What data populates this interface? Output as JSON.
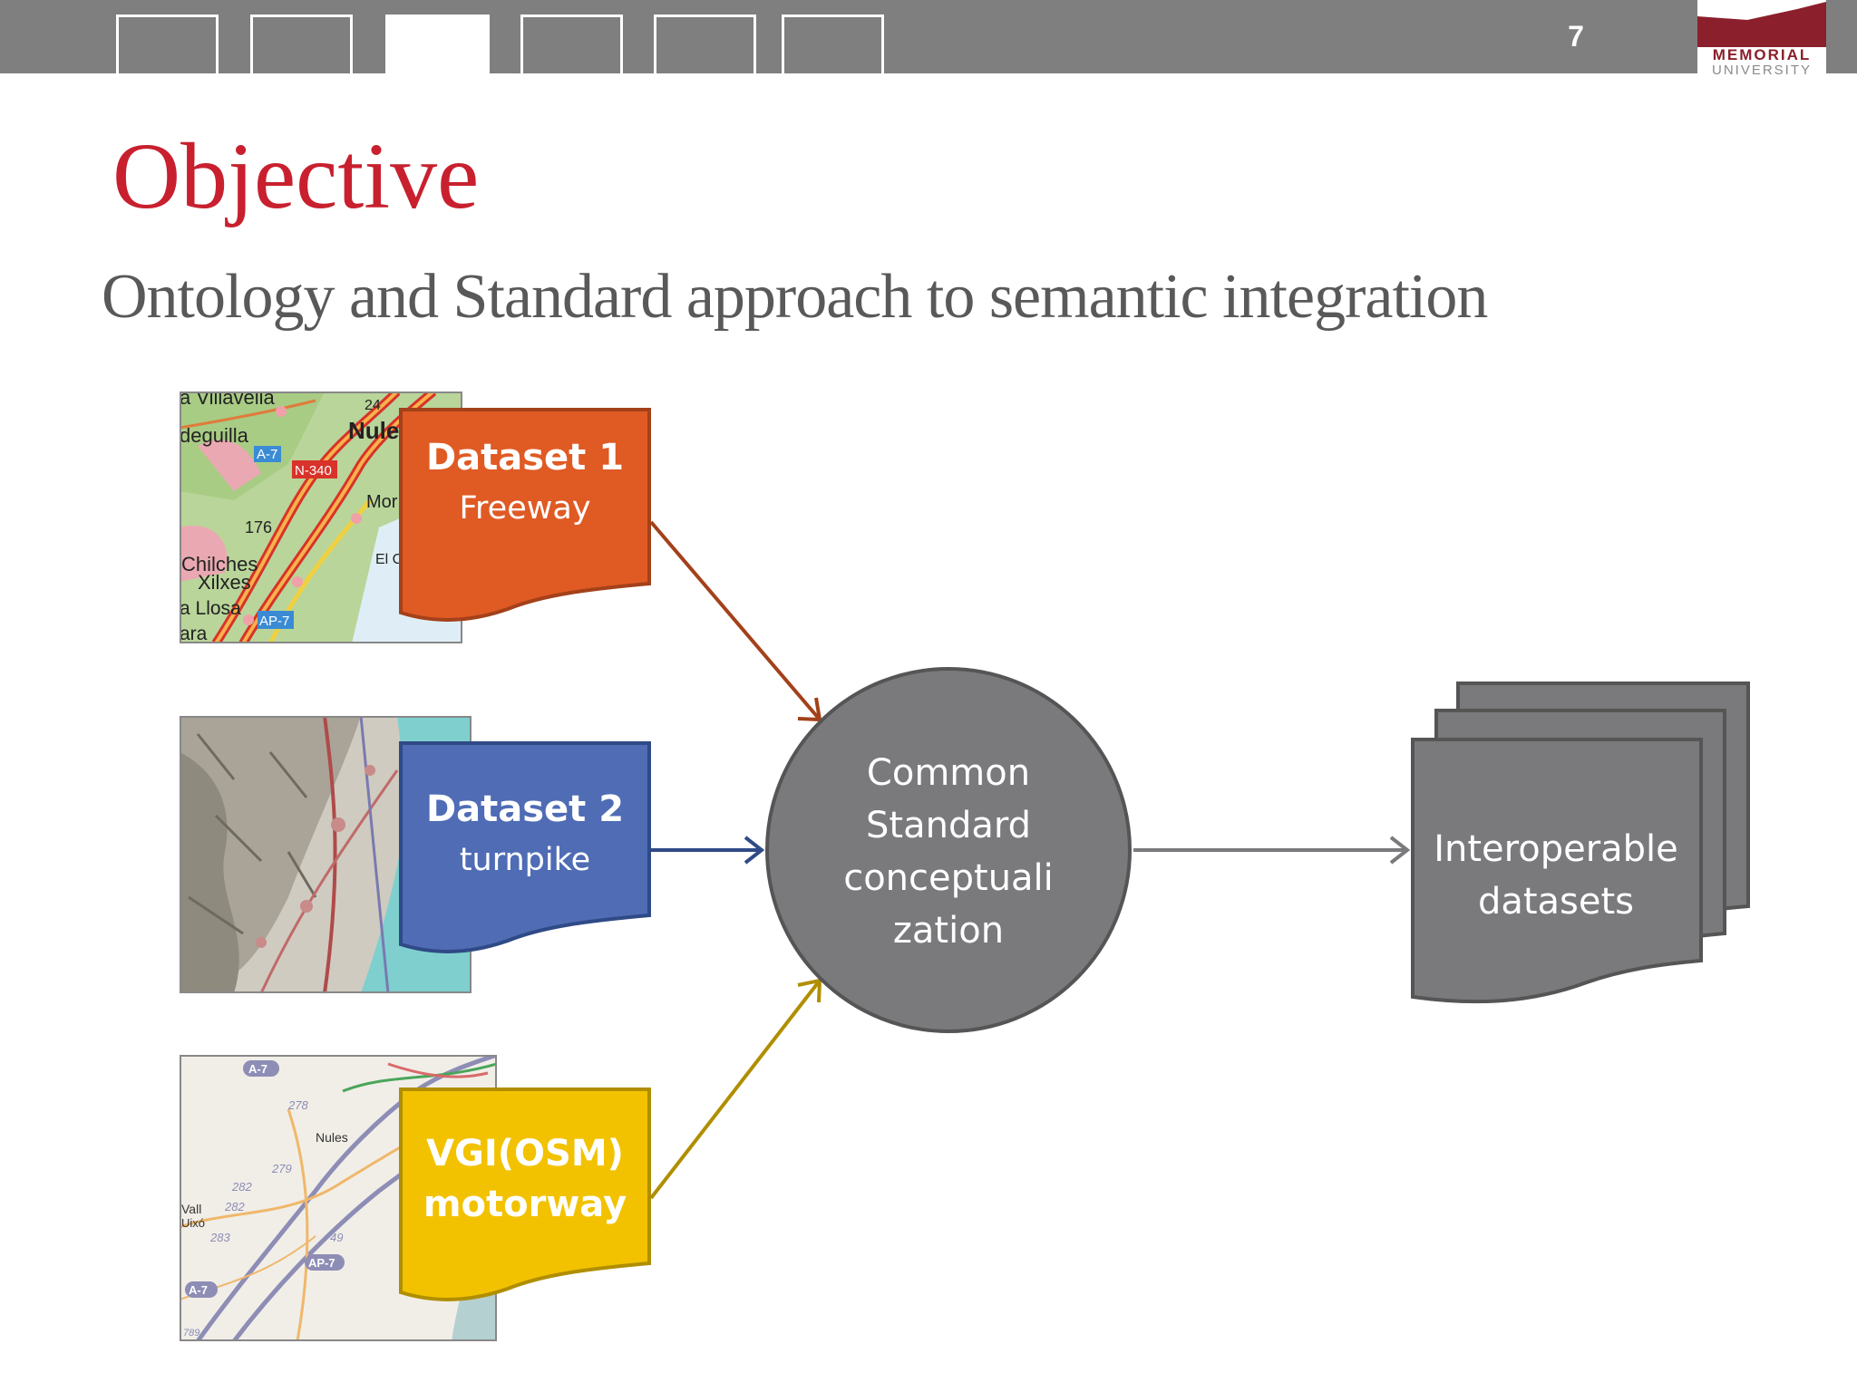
{
  "header": {
    "page_number": "7",
    "nav_tabs": 6,
    "active_tab": 3,
    "logo": {
      "line1": "MEMORIAL",
      "line2": "UNIVERSITY",
      "color": "#8b1f2b"
    }
  },
  "title": "Objective",
  "subtitle": "Ontology and Standard approach to semantic integration",
  "diagram": {
    "datasets": [
      {
        "title": "Dataset 1",
        "subtitle": "Freeway",
        "color": "#e05a24",
        "arrow_color": "#a3411a"
      },
      {
        "title": "Dataset 2",
        "subtitle": "turnpike",
        "color": "#4f6cb5",
        "arrow_color": "#2f4a86"
      },
      {
        "title": "VGI(OSM)",
        "subtitle": "motorway",
        "color": "#f2c200",
        "arrow_color": "#b08e00"
      }
    ],
    "center": {
      "lines": [
        "Common",
        "Standard",
        "conceptuali",
        "zation"
      ],
      "color": "#7a797c"
    },
    "output": {
      "lines": [
        "Interoperable",
        "datasets"
      ],
      "color": "#7a797c"
    },
    "maps": [
      {
        "labels": [
          "a Villavella",
          "deguilla",
          "A-7",
          "N-340",
          "Nule",
          "24",
          "176",
          "Mor",
          "El C",
          "Chilches",
          "Xilxes",
          "a Llosa",
          "ara",
          "AP-7"
        ]
      },
      {
        "labels": []
      },
      {
        "labels": [
          "A-7",
          "278",
          "Nules",
          "279",
          "282",
          "282",
          "Vall",
          "Uixó",
          "283",
          "49",
          "AP-7",
          "A-7",
          "789"
        ]
      }
    ]
  }
}
